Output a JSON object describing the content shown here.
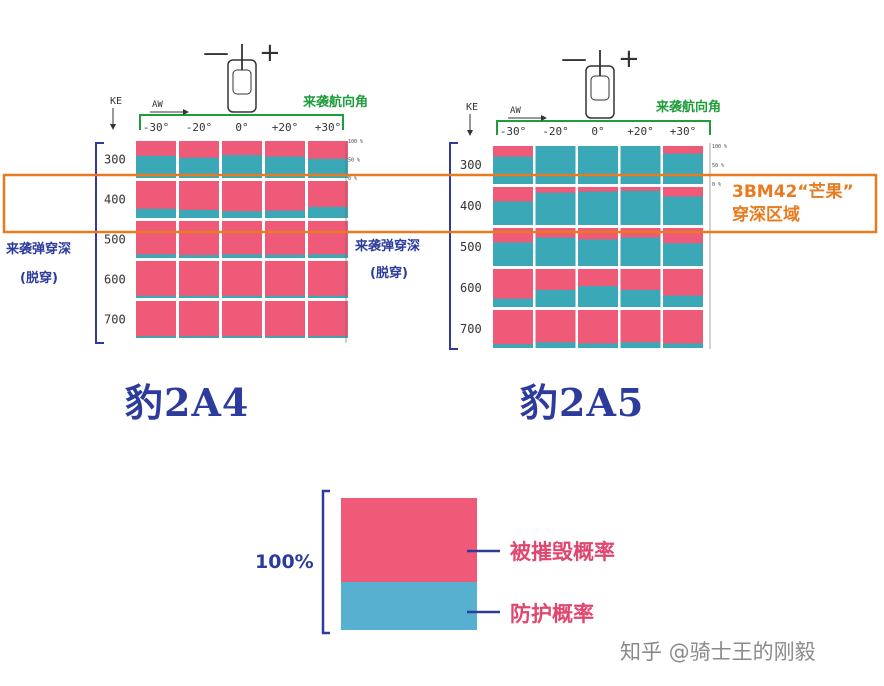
{
  "colors": {
    "destroy": "#ee5a78",
    "protect": "#3aa8b6",
    "legend_protect": "#57b0cf",
    "green": "#1f9c3c",
    "blue": "#2d3c9c",
    "orange": "#e87b20"
  },
  "labels": {
    "ke": "KE",
    "aw": "AW",
    "minus": "—",
    "plus": "+",
    "attack_angle": "来袭航向角",
    "depth_title": "来袭弹穿深",
    "depth_sub": "(脱穿)",
    "highlight_line1": "3BM42“芒果”",
    "highlight_line2": "穿深区域",
    "tick100": "100 %",
    "tick50": "50 %",
    "tick0": "0 %",
    "legend_percent": "100%",
    "legend_destroy": "被摧毁概率",
    "legend_protect": "防护概率",
    "watermark": "知乎 @骑士王的刚毅"
  },
  "chart_data": [
    {
      "type": "heatmap",
      "title": "豹2A4",
      "xlabel": "来袭航向角",
      "ylabel": "来袭弹穿深 (脱穿)",
      "categories": [
        "-30°",
        "-20°",
        "0°",
        "+20°",
        "+30°"
      ],
      "rows": [
        "300",
        "400",
        "500",
        "600",
        "700"
      ],
      "series": [
        {
          "name": "防护概率",
          "values": [
            [
              0.6,
              0.55,
              0.62,
              0.58,
              0.52
            ],
            [
              0.25,
              0.22,
              0.18,
              0.2,
              0.3
            ],
            [
              0.1,
              0.08,
              0.1,
              0.09,
              0.1
            ],
            [
              0.06,
              0.06,
              0.06,
              0.06,
              0.06
            ],
            [
              0.05,
              0.05,
              0.05,
              0.05,
              0.05
            ]
          ]
        }
      ],
      "ylim": [
        0,
        100
      ]
    },
    {
      "type": "heatmap",
      "title": "豹2A5",
      "xlabel": "来袭航向角",
      "ylabel": "来袭弹穿深 (脱穿)",
      "categories": [
        "-30°",
        "-20°",
        "0°",
        "+20°",
        "+30°"
      ],
      "rows": [
        "300",
        "400",
        "500",
        "600",
        "700"
      ],
      "series": [
        {
          "name": "防护概率",
          "values": [
            [
              0.72,
              1.0,
              1.0,
              1.0,
              0.8
            ],
            [
              0.62,
              0.85,
              0.88,
              0.9,
              0.75
            ],
            [
              0.62,
              0.75,
              0.7,
              0.75,
              0.6
            ],
            [
              0.22,
              0.45,
              0.55,
              0.45,
              0.3
            ],
            [
              0.1,
              0.15,
              0.12,
              0.15,
              0.12
            ]
          ]
        }
      ],
      "ylim": [
        0,
        100
      ]
    }
  ]
}
